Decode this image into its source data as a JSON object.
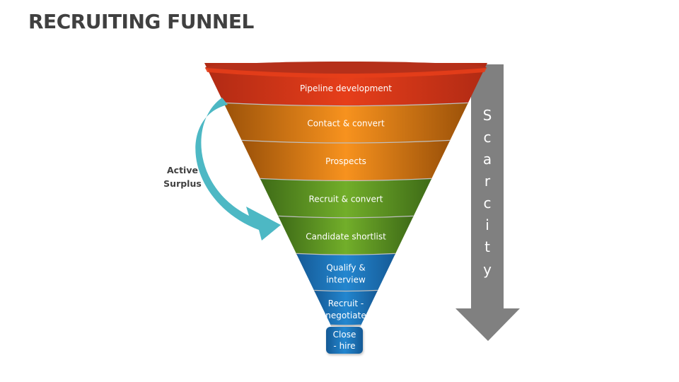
{
  "title": "RECRUITING FUNNEL",
  "stages": [
    {
      "lines": [
        "Pipeline development"
      ],
      "color": "red"
    },
    {
      "lines": [
        "Contact & convert"
      ],
      "color": "orange"
    },
    {
      "lines": [
        "Prospects"
      ],
      "color": "orange"
    },
    {
      "lines": [
        "Recruit & convert"
      ],
      "color": "green"
    },
    {
      "lines": [
        "Candidate shortlist"
      ],
      "color": "green"
    },
    {
      "lines": [
        "Qualify &",
        "interview"
      ],
      "color": "blue"
    },
    {
      "lines": [
        "Recruit -",
        "negotiate"
      ],
      "color": "blue"
    },
    {
      "lines": [
        "Close",
        "- hire"
      ],
      "color": "blue"
    }
  ],
  "left_arrow": {
    "lines": [
      "Active",
      "Surplus"
    ],
    "color": "#4db8c4"
  },
  "right_arrow": {
    "label": "Scarcity",
    "color": "#808080"
  },
  "palette": {
    "red": {
      "dark": "#b02a14",
      "mid": "#e63e1a",
      "rim": "#b5301a"
    },
    "orange": {
      "dark": "#9c5209",
      "mid": "#f7921e"
    },
    "green": {
      "dark": "#3e6b17",
      "mid": "#72ae2a"
    },
    "blue": {
      "dark": "#155a96",
      "mid": "#2386cf"
    }
  }
}
